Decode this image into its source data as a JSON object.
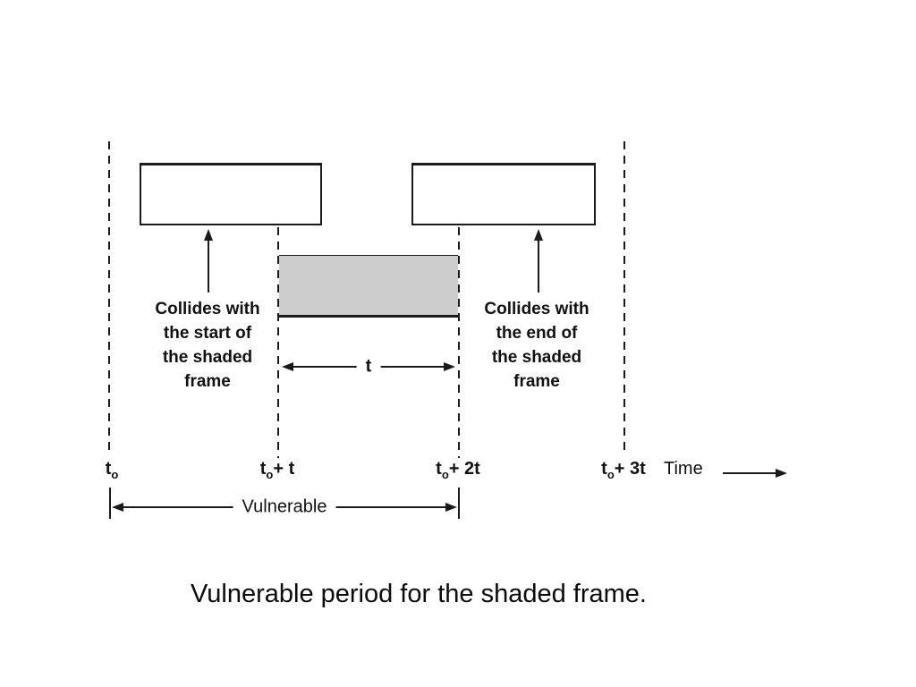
{
  "page": {
    "caption": "Vulnerable period for the shaded frame."
  },
  "diagram": {
    "colors": {
      "line": "#1a1a1a",
      "shaded_fill": "#cdcdcd"
    },
    "annotations": {
      "collides_start": {
        "lines": [
          "Collides with",
          "the start of",
          "the shaded",
          "frame"
        ]
      },
      "collides_end": {
        "lines": [
          "Collides with",
          "the end of",
          "the shaded",
          "frame"
        ]
      }
    },
    "duration_arrow_label": "t",
    "vulnerable_arrow_label": "Vulnerable",
    "time_axis": {
      "ticks": [
        {
          "base": "t",
          "sub": "o",
          "rest": ""
        },
        {
          "base": "t",
          "sub": "o",
          "rest": "+ t"
        },
        {
          "base": "t",
          "sub": "o",
          "rest": "+ 2t"
        },
        {
          "base": "t",
          "sub": "o",
          "rest": "+ 3t"
        }
      ],
      "axis_label": "Time"
    }
  }
}
